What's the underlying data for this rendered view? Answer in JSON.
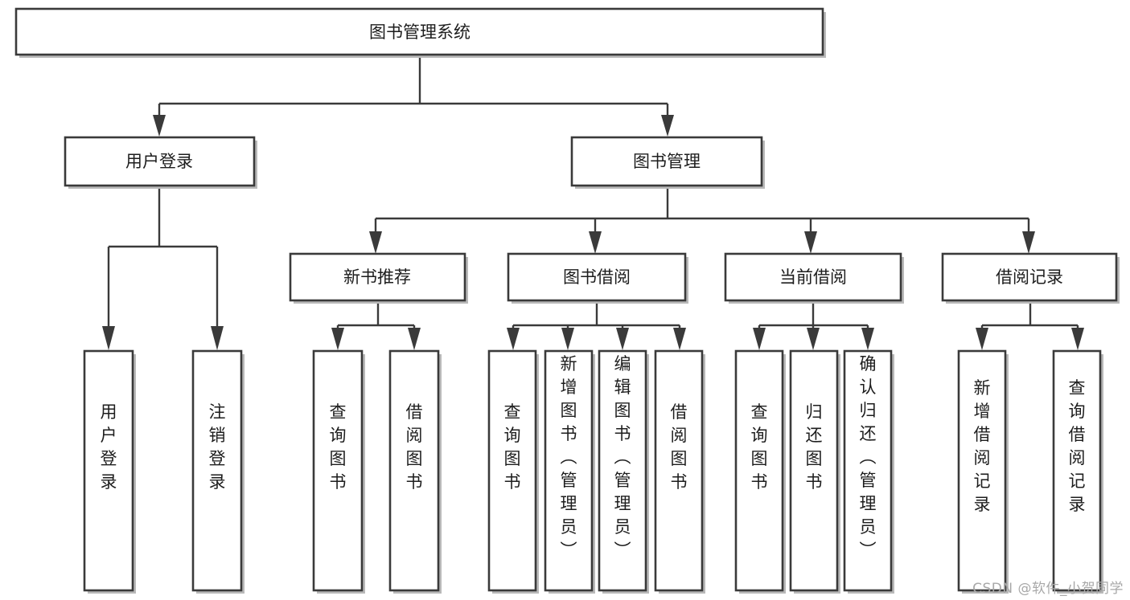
{
  "diagram": {
    "title": "图书管理系统",
    "type": "tree",
    "orientation": "top-down",
    "colors": {
      "box_stroke": "#3a3a3a",
      "box_fill": "#ffffff",
      "connector": "#3a3a3a",
      "text": "#1d1d1d",
      "watermark": "#a8a8a8",
      "background": "#ffffff"
    },
    "root": {
      "id": "root",
      "label": "图书管理系统",
      "orientation": "horizontal"
    },
    "level2": [
      {
        "id": "user-login",
        "label": "用户登录",
        "orientation": "horizontal"
      },
      {
        "id": "book-management",
        "label": "图书管理",
        "orientation": "horizontal"
      }
    ],
    "level3": [
      {
        "id": "new-book-recommend",
        "label": "新书推荐",
        "orientation": "horizontal",
        "parent": "book-management"
      },
      {
        "id": "book-borrow",
        "label": "图书借阅",
        "orientation": "horizontal",
        "parent": "book-management"
      },
      {
        "id": "current-borrow",
        "label": "当前借阅",
        "orientation": "horizontal",
        "parent": "book-management"
      },
      {
        "id": "borrow-record",
        "label": "借阅记录",
        "orientation": "horizontal",
        "parent": "book-management"
      }
    ],
    "leaves": [
      {
        "id": "leaf-user-login",
        "label": "用户登录",
        "orientation": "vertical",
        "parent": "user-login"
      },
      {
        "id": "leaf-logout",
        "label": "注销登录",
        "orientation": "vertical",
        "parent": "user-login"
      },
      {
        "id": "leaf-query-book-1",
        "label": "查询图书",
        "orientation": "vertical",
        "parent": "new-book-recommend"
      },
      {
        "id": "leaf-borrow-book-1",
        "label": "借阅图书",
        "orientation": "vertical",
        "parent": "new-book-recommend"
      },
      {
        "id": "leaf-query-book-2",
        "label": "查询图书",
        "orientation": "vertical",
        "parent": "book-borrow"
      },
      {
        "id": "leaf-add-book",
        "label": "新增图书（管理员）",
        "orientation": "vertical",
        "parent": "book-borrow"
      },
      {
        "id": "leaf-edit-book",
        "label": "编辑图书（管理员）",
        "orientation": "vertical",
        "parent": "book-borrow"
      },
      {
        "id": "leaf-borrow-book-2",
        "label": "借阅图书",
        "orientation": "vertical",
        "parent": "book-borrow"
      },
      {
        "id": "leaf-query-book-3",
        "label": "查询图书",
        "orientation": "vertical",
        "parent": "current-borrow"
      },
      {
        "id": "leaf-return-book",
        "label": "归还图书",
        "orientation": "vertical",
        "parent": "current-borrow"
      },
      {
        "id": "leaf-confirm-return",
        "label": "确认归还（管理员）",
        "orientation": "vertical",
        "parent": "current-borrow"
      },
      {
        "id": "leaf-add-record",
        "label": "新增借阅记录",
        "orientation": "vertical",
        "parent": "borrow-record"
      },
      {
        "id": "leaf-query-record",
        "label": "查询借阅记录",
        "orientation": "vertical",
        "parent": "borrow-record"
      }
    ]
  },
  "watermark": {
    "text": "CSDN @软件_小贺同学"
  }
}
